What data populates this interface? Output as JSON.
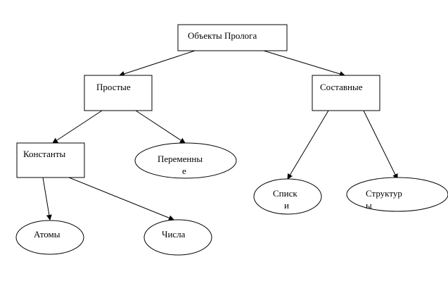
{
  "nodes": {
    "root": {
      "label": "Объекты Пролога"
    },
    "simple": {
      "label": "Простые"
    },
    "compound": {
      "label": "Составные"
    },
    "constants": {
      "label": "Константы"
    },
    "variables": {
      "label_line1": "Переменны",
      "label_line2": "е"
    },
    "lists": {
      "label_line1": "Списк",
      "label_line2": "и"
    },
    "structures": {
      "label_line1": "Структур",
      "label_line2": "ы"
    },
    "atoms": {
      "label": "Атомы"
    },
    "numbers": {
      "label": "Числа"
    }
  }
}
